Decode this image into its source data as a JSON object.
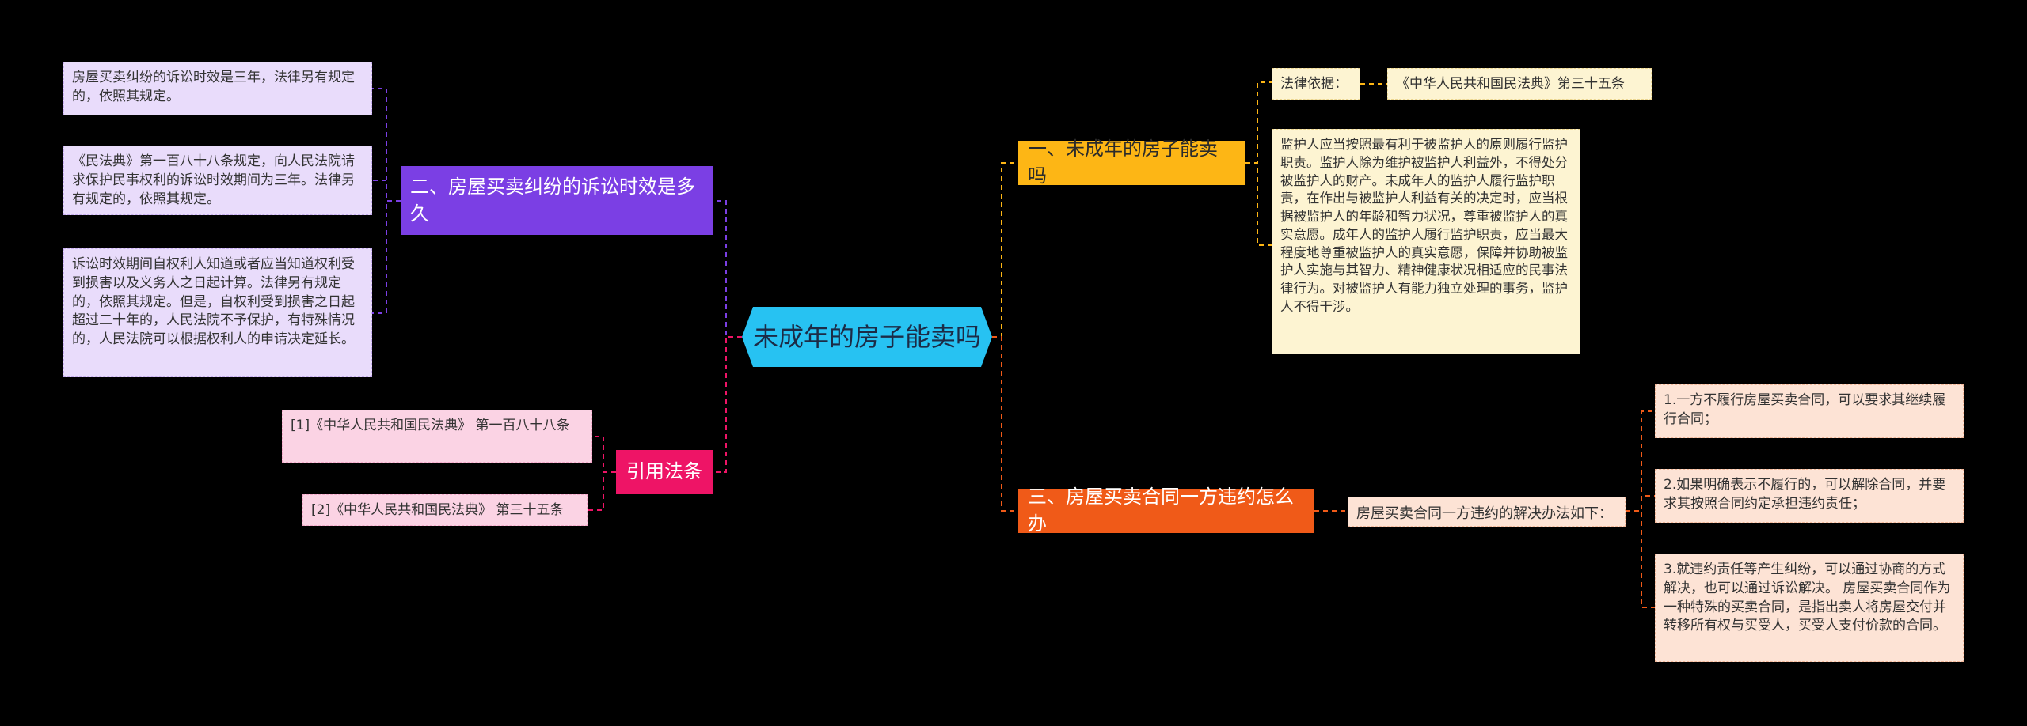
{
  "center": "未成年的房子能卖吗",
  "branches": {
    "b1": "一、未成年的房子能卖吗",
    "b2": "二、房屋买卖纠纷的诉讼时效是多久",
    "b3": "三、房屋买卖合同一方违约怎么办",
    "b4": "引用法条"
  },
  "b1": {
    "legal_basis_label": "法律依据：",
    "legal_basis_value": "《中华人民共和国民法典》第三十五条",
    "text": "监护人应当按照最有利于被监护人的原则履行监护职责。监护人除为维护被监护人利益外，不得处分被监护人的财产。未成年人的监护人履行监护职责，在作出与被监护人利益有关的决定时，应当根据被监护人的年龄和智力状况，尊重被监护人的真实意愿。成年人的监护人履行监护职责，应当最大程度地尊重被监护人的真实意愿，保障并协助被监护人实施与其智力、精神健康状况相适应的民事法律行为。对被监护人有能力独立处理的事务，监护人不得干涉。"
  },
  "b2": {
    "items": [
      "房屋买卖纠纷的诉讼时效是三年，法律另有规定的，依照其规定。",
      "《民法典》第一百八十八条规定，向人民法院请求保护民事权利的诉讼时效期间为三年。法律另有规定的，依照其规定。",
      "诉讼时效期间自权利人知道或者应当知道权利受到损害以及义务人之日起计算。法律另有规定的，依照其规定。但是，自权利受到损害之日起超过二十年的，人民法院不予保护，有特殊情况的，人民法院可以根据权利人的申请决定延长。"
    ]
  },
  "b3": {
    "intro": "房屋买卖合同一方违约的解决办法如下：",
    "items": [
      "1.一方不履行房屋买卖合同，可以要求其继续履行合同；",
      "2.如果明确表示不履行的，可以解除合同，并要求其按照合同约定承担违约责任；",
      "3.就违约责任等产生纠纷，可以通过协商的方式解决，也可以通过诉讼解决。 房屋买卖合同作为一种特殊的买卖合同，是指出卖人将房屋交付并转移所有权与买受人，买受人支付价款的合同。"
    ]
  },
  "b4": {
    "items": [
      "[1]《中华人民共和国民法典》 第一百八十八条",
      "[2]《中华人民共和国民法典》 第三十五条"
    ]
  },
  "colors": {
    "center": "#27c2f2",
    "b1": "#fdb615",
    "b2": "#7b3fe4",
    "b3": "#f05a18",
    "b4": "#ee1466"
  }
}
